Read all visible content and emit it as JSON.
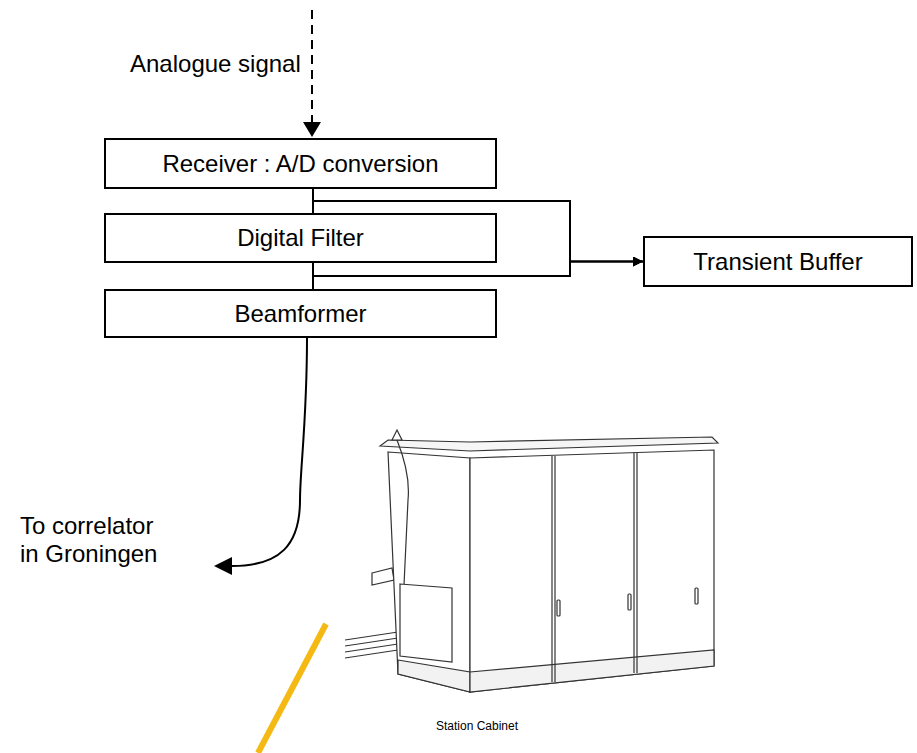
{
  "diagram": {
    "nodes": [
      {
        "text": [
          "Receiver : A/D conversion"
        ]
      },
      {
        "text": [
          "Digital Filter"
        ]
      },
      {
        "text": [
          "Transient Buffer"
        ]
      },
      {
        "text": [
          "Beamformer"
        ]
      }
    ],
    "edges": [
      {
        "from": 0,
        "to": 1,
        "arrow": "none"
      },
      {
        "from": 0,
        "to": 2,
        "arrow": "to"
      },
      {
        "from": 1,
        "to": 2,
        "arrow": "to"
      },
      {
        "from": 1,
        "to": 3,
        "arrow": "none"
      }
    ],
    "labels": [
      "Analogue signal",
      "To correlator in Groningen",
      "Station Cabinet"
    ]
  }
}
